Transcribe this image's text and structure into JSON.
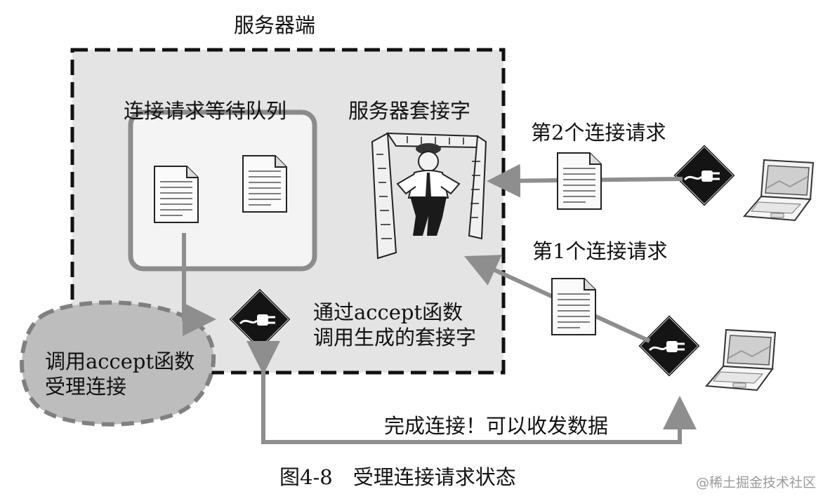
{
  "labels": {
    "server_side": "服务器端",
    "queue": "连接请求等待队列",
    "server_socket": "服务器套接字",
    "request_2": "第2个连接请求",
    "request_1": "第1个连接请求",
    "accept_socket_line1": "通过accept函数",
    "accept_socket_line2": "调用生成的套接字",
    "accept_call_line1": "调用accept函数",
    "accept_call_line2": "受理连接",
    "connected": "完成连接！可以收发数据",
    "caption": "图4-8　受理连接请求状态",
    "watermark": "@稀土掘金技术社区"
  },
  "icons": [
    "document-icon",
    "plug-icon",
    "laptop-icon",
    "doorman-icon"
  ],
  "colors": {
    "arrow": "#8e8e8e",
    "server_box_fill": "#e4e4e4",
    "queue_border": "#909090",
    "bubble_fill": "#bdbdbd",
    "plug_fill": "#111111"
  }
}
